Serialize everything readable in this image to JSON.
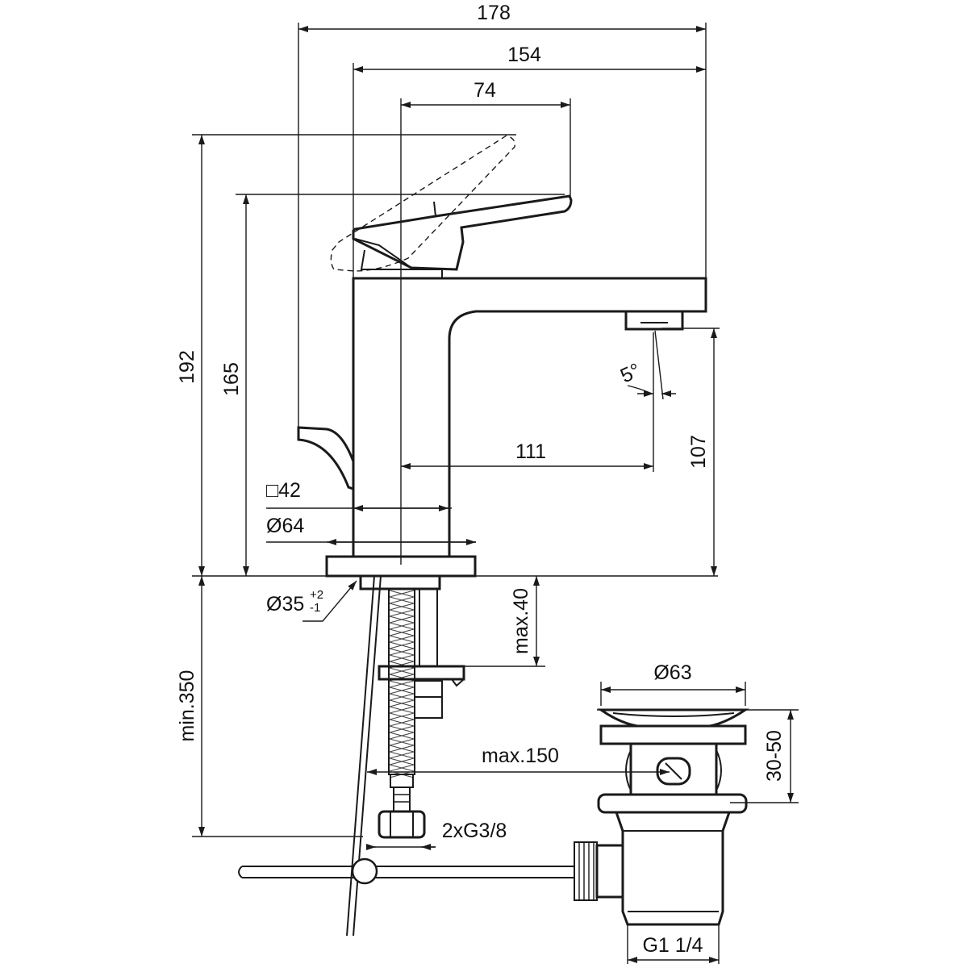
{
  "dimensions": {
    "width_total": "178",
    "width_154": "154",
    "width_lever": "74",
    "height_192": "192",
    "height_165": "165",
    "spout_height": "107",
    "projection": "111",
    "spray_angle": "5°",
    "square_body": "□42",
    "base_diameter": "Ø64",
    "hole_diameter": "Ø35",
    "hole_tol_plus": "+2",
    "hole_tol_minus": "-1",
    "max_thickness": "max.40",
    "min_hose": "min.350",
    "max_150": "max.150",
    "connection": "2xG3/8",
    "waste_diameter": "Ø63",
    "waste_height": "30-50",
    "waste_thread": "G1 1/4"
  }
}
